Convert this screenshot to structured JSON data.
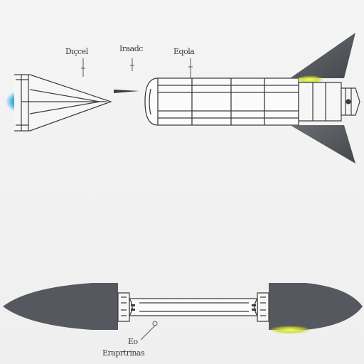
{
  "labels": {
    "top_1": "Dıçcel",
    "top_2": "Iraadc",
    "top_3": "Eqola",
    "bottom_1": "Eo",
    "bottom_2": "Eraprtrinas"
  },
  "colors": {
    "background": "#f2f2f2",
    "fin_dark": "#55585e",
    "outline": "#3c3c3c",
    "flame_blue": "#3aa8e0",
    "glow_yellow": "#c8d82a"
  }
}
